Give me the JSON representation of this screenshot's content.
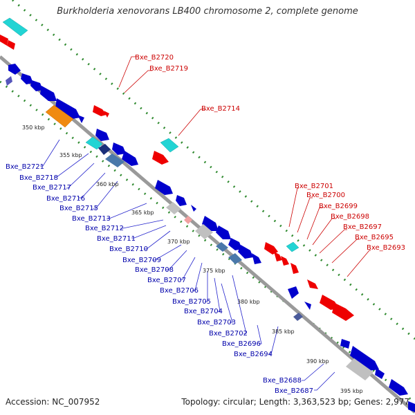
{
  "title": "Burkholderia xenovorans LB400 chromosome 2, complete genome",
  "footer": {
    "accession": "Accession: NC_007952",
    "topology": "Topology: circular; Length: 3,363,523 bp; Genes: 2,977"
  },
  "colors": {
    "backbone": "#9a9a9a",
    "track_dots": "#2f8a2f",
    "forward_gene": "#ee0000",
    "reverse_gene": "#0000cc",
    "forward_label": "#cc0000",
    "reverse_label": "#0000aa",
    "cyan_feature": "#22d4d4",
    "orange_feature": "#f08a10",
    "steel_feature": "#4a78aa",
    "grey_feature": "#c0c0c0"
  },
  "tick_labels": [
    "350 kbp",
    "355 kbp",
    "360 kbp",
    "365 kbp",
    "370 kbp",
    "375 kbp",
    "380 kbp",
    "385 kbp",
    "390 kbp",
    "395 kbp"
  ],
  "forward_labels": [
    "Bxe_B2720",
    "Bxe_B2719",
    "Bxe_B2714",
    "Bxe_B2701",
    "Bxe_B2700",
    "Bxe_B2699",
    "Bxe_B2698",
    "Bxe_B2697",
    "Bxe_B2695",
    "Bxe_B2693"
  ],
  "reverse_labels": [
    "Bxe_B2721",
    "Bxe_B2718",
    "Bxe_B2717",
    "Bxe_B2716",
    "Bxe_B2715",
    "Bxe_B2713",
    "Bxe_B2712",
    "Bxe_B2711",
    "Bxe_B2710",
    "Bxe_B2709",
    "Bxe_B2708",
    "Bxe_B2707",
    "Bxe_B2706",
    "Bxe_B2705",
    "Bxe_B2704",
    "Bxe_B2703",
    "Bxe_B2702",
    "Bxe_B2696",
    "Bxe_B2694",
    "Bxe_B2688",
    "Bxe_B2687"
  ]
}
